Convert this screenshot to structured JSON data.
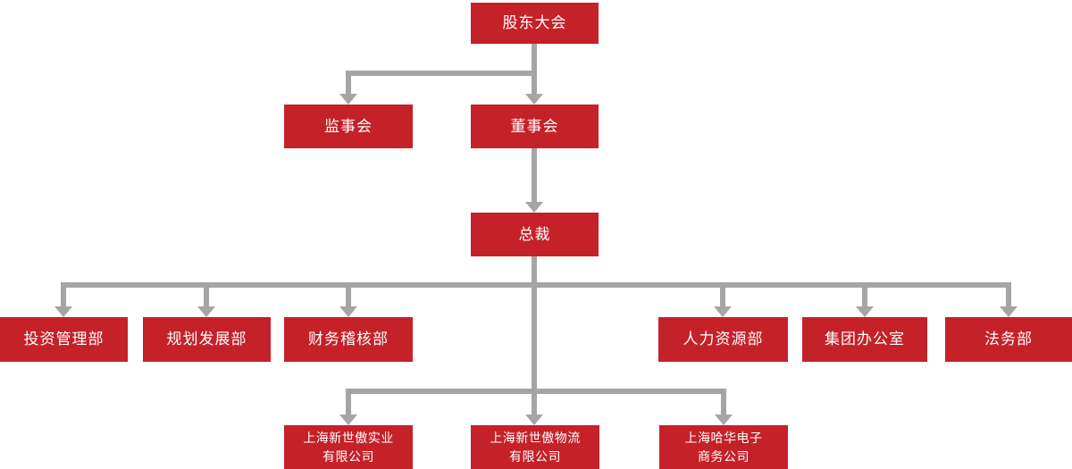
{
  "colors": {
    "node_background": "#c42129",
    "node_text": "#ffffff",
    "connector": "#a5a5a5",
    "page_background": "#ffffff"
  },
  "org": {
    "root": {
      "label": "股东大会"
    },
    "level2": [
      {
        "label": "监事会"
      },
      {
        "label": "董事会"
      }
    ],
    "president": {
      "label": "总裁"
    },
    "departments": [
      {
        "label": "投资管理部"
      },
      {
        "label": "规划发展部"
      },
      {
        "label": "财务稽核部"
      },
      {
        "label": "人力资源部"
      },
      {
        "label": "集团办公室"
      },
      {
        "label": "法务部"
      }
    ],
    "subsidiaries": [
      {
        "label": "上海新世傲实业\n有限公司"
      },
      {
        "label": "上海新世傲物流\n有限公司"
      },
      {
        "label": "上海哈华电子\n商务公司"
      }
    ]
  }
}
